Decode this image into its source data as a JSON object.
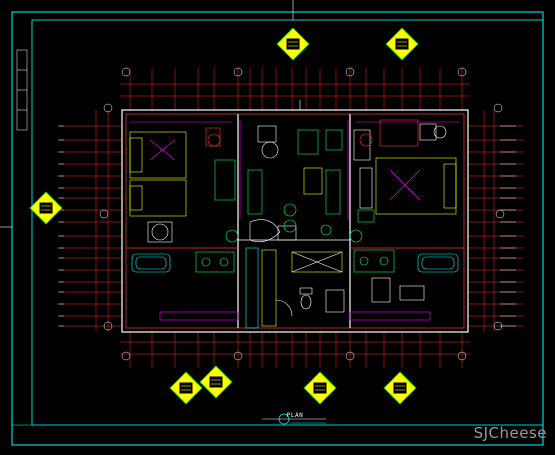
{
  "drawing": {
    "title_label": "PLAN",
    "watermark": "SJCheese",
    "colors": {
      "background": "#000000",
      "frame": "#00ffff",
      "walls": "#ff3333",
      "dims": "#ff2222",
      "furniture": "#ffff00",
      "fixtures": "#00ff66",
      "accent": "#ff00ff",
      "white": "#ffffff",
      "symbol_fill": "#ffff00",
      "symbol_line": "#00cc00"
    },
    "symbols": [
      "section-marker-top-left",
      "section-marker-top-right",
      "section-marker-left",
      "section-marker-bottom-1",
      "section-marker-bottom-2",
      "section-marker-bottom-3",
      "section-marker-bottom-4"
    ]
  }
}
